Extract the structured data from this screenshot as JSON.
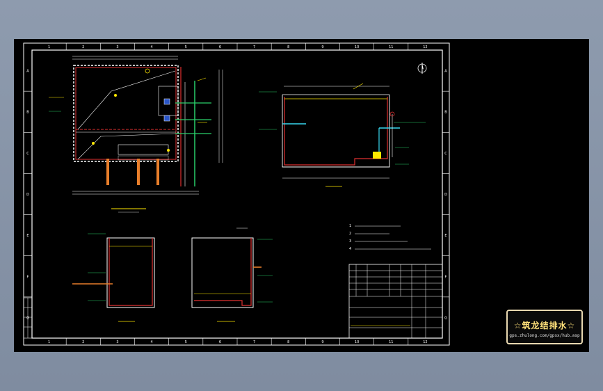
{
  "grid": {
    "col_labels": [
      "1",
      "2",
      "3",
      "4",
      "5",
      "6",
      "7",
      "8",
      "9",
      "10",
      "11",
      "12"
    ],
    "row_labels": [
      "A",
      "B",
      "C",
      "D",
      "E",
      "F",
      "G"
    ]
  },
  "watermark": {
    "title": "☆筑龙结排水☆",
    "url": "gps.zhulong.com/gpsx/hub.asp"
  },
  "colors": {
    "frame": "#ffffff",
    "wall_red": "#e03030",
    "pipe_green": "#29d06a",
    "pipe_cyan": "#38d8f0",
    "leader_yellow": "#ffe800",
    "hatch_orange": "#e87e2a"
  },
  "notes": {
    "lines": [
      "1",
      "2",
      "3",
      "4"
    ]
  }
}
